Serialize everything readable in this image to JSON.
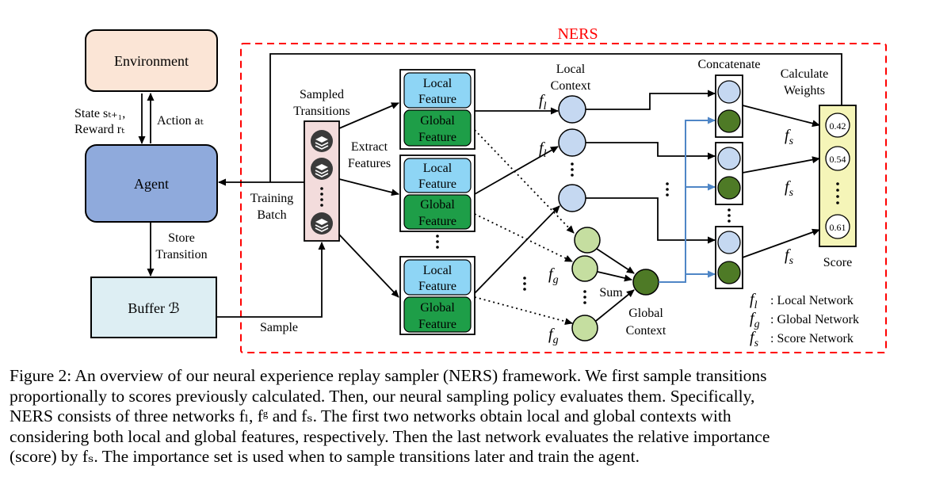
{
  "figure": {
    "ners_title": "NERS",
    "environment": "Environment",
    "agent": "Agent",
    "buffer": "Buffer ℬ",
    "state_label_1": "State sₜ₊₁,",
    "reward_label": "Reward rₜ",
    "action_label": "Action aₜ",
    "store_label_1": "Store",
    "store_label_2": "Transition",
    "sample_label": "Sample",
    "training_batch_1": "Training",
    "training_batch_2": "Batch",
    "sampled_transitions_1": "Sampled",
    "sampled_transitions_2": "Transitions",
    "extract_features_1": "Extract",
    "extract_features_2": "Features",
    "local_feature_1": "Local",
    "local_feature_2": "Feature",
    "global_feature_1": "Global",
    "global_feature_2": "Feature",
    "local_context_1": "Local",
    "local_context_2": "Context",
    "global_context_1": "Global",
    "global_context_2": "Context",
    "sum_label": "Sum",
    "concatenate_label": "Concatenate",
    "calculate_weights_1": "Calculate",
    "calculate_weights_2": "Weights",
    "score_label": "Score",
    "score_values": [
      "0.42",
      "0.54",
      "0.61"
    ],
    "fl": "f",
    "fl_sub": "l",
    "fg": "f",
    "fg_sub": "g",
    "fs": "f",
    "fs_sub": "s",
    "legend": [
      {
        "sym": "f",
        "sub": "l",
        "text": ": Local Network"
      },
      {
        "sym": "f",
        "sub": "g",
        "text": ": Global Network"
      },
      {
        "sym": "f",
        "sub": "s",
        "text": ": Score Network"
      }
    ]
  },
  "caption": {
    "line1": "Figure 2: An overview of our neural experience replay sampler (NERS) framework. We first sample transitions",
    "line2": "proportionally to scores previously calculated. Then, our neural sampling policy evaluates them. Specifically,",
    "line3": "NERS consists of three networks fₗ, fᵍ and fₛ. The first two networks obtain local and global contexts with",
    "line4": "considering both local and global features, respectively. Then the last network evaluates the relative importance",
    "line5": "(score) by fₛ. The importance set is used when to sample transitions later and train the agent."
  },
  "colors": {
    "environment_fill": "#fbe5d6",
    "agent_fill": "#8faadc",
    "buffer_fill": "#ddeef3",
    "ners_border": "#ff0000",
    "sampled_fill": "#f3dcdc",
    "local_feature_fill": "#8ed5f5",
    "global_feature_fill": "#1e9e48",
    "local_node_fill": "#c5d8f1",
    "global_node_fill": "#c5dea0",
    "global_context_fill": "#4e7a26",
    "score_fill": "#f5f5b8",
    "blue_arrow": "#4f86c6"
  }
}
